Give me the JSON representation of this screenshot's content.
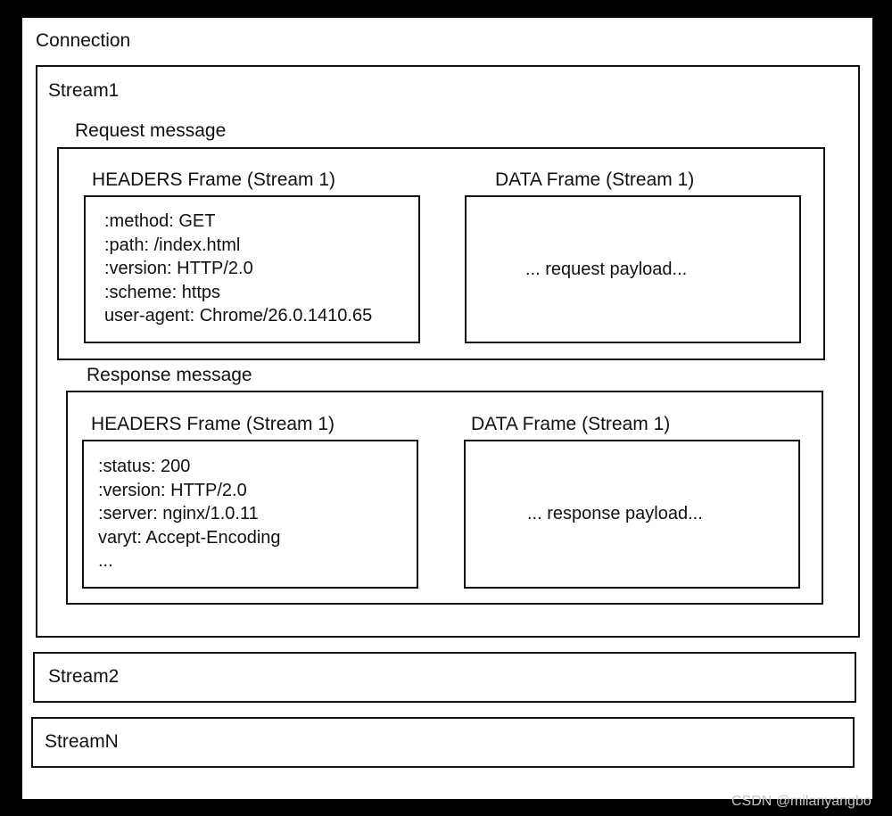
{
  "connection": {
    "label": "Connection",
    "stream1": {
      "label": "Stream1",
      "request": {
        "label": "Request message",
        "headers_frame": {
          "title": "HEADERS Frame (Stream 1)",
          "lines": [
            ":method: GET",
            ":path: /index.html",
            ":version: HTTP/2.0",
            ":scheme: https",
            "user-agent: Chrome/26.0.1410.65"
          ]
        },
        "data_frame": {
          "title": "DATA Frame (Stream 1)",
          "payload": "... request payload..."
        }
      },
      "response": {
        "label": "Response message",
        "headers_frame": {
          "title": "HEADERS Frame (Stream 1)",
          "lines": [
            ":status: 200",
            ":version: HTTP/2.0",
            ":server: nginx/1.0.11",
            "varyt: Accept-Encoding",
            "..."
          ]
        },
        "data_frame": {
          "title": "DATA Frame (Stream 1)",
          "payload": "... response payload..."
        }
      }
    },
    "stream2": {
      "label": "Stream2"
    },
    "streamN": {
      "label": "StreamN"
    }
  },
  "watermark": "CSDN @milanyangbo"
}
